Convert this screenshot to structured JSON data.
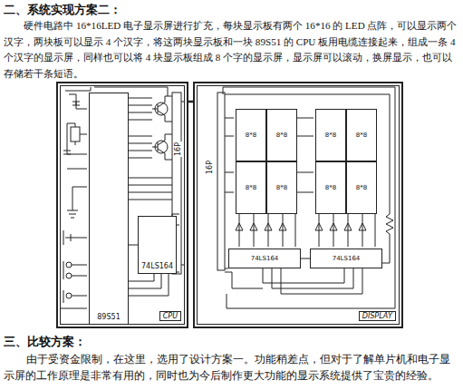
{
  "diagram": {
    "nodes": [
      {
        "text": [
          "CPU"
        ]
      },
      {
        "text": [
          "89S51"
        ],
        "in": 0
      },
      {
        "text": [
          "74LS164"
        ],
        "in": 0
      },
      {
        "text": [
          "DISPLAY"
        ]
      },
      {
        "text": [
          "8*8"
        ],
        "in": 3
      },
      {
        "text": [
          "8*8"
        ],
        "in": 3
      },
      {
        "text": [
          "8*8"
        ],
        "in": 3
      },
      {
        "text": [
          "8*8"
        ],
        "in": 3
      },
      {
        "text": [
          "8*8"
        ],
        "in": 3
      },
      {
        "text": [
          "8*8"
        ],
        "in": 3
      },
      {
        "text": [
          "8*8"
        ],
        "in": 3
      },
      {
        "text": [
          "8*8"
        ],
        "in": 3
      },
      {
        "text": [
          "74LS164"
        ],
        "in": 3
      },
      {
        "text": [
          "74LS164"
        ],
        "in": 3
      }
    ],
    "edges": [
      {
        "from": 1,
        "to": 2,
        "arrow": "none"
      },
      {
        "from": 0,
        "to": 3,
        "arrow": "none"
      },
      {
        "from": 12,
        "to": 13,
        "arrow": "none"
      }
    ],
    "labels": [
      "二、系统实现方案二：",
      "硬件电路中 16*16LED 电子显示屏进行扩充，每块显示板有两个 16*16 的 LED 点阵，可以显示两个汉字，两块板可以显示 4 个汉字，将这两块显示板和一块 89S51 的 CPU 板用电缆连接起来，组成一条 4 个汉字的显示屏，同样也可以将 4 块显示板组成 8 个字的显示屏，显示屏可以滚动，换屏显示，也可以存储若干条短语。",
      "三、比较方案：",
      "由于受资金限制，在这里，选用了设计方案一。功能稍差点，但对于了解单片机和电子显示屏的工作原理是非常有用的，同时也为今后制作更大功能的显示系统提供了宝贵的经验。",
      "16P",
      "16P"
    ]
  }
}
